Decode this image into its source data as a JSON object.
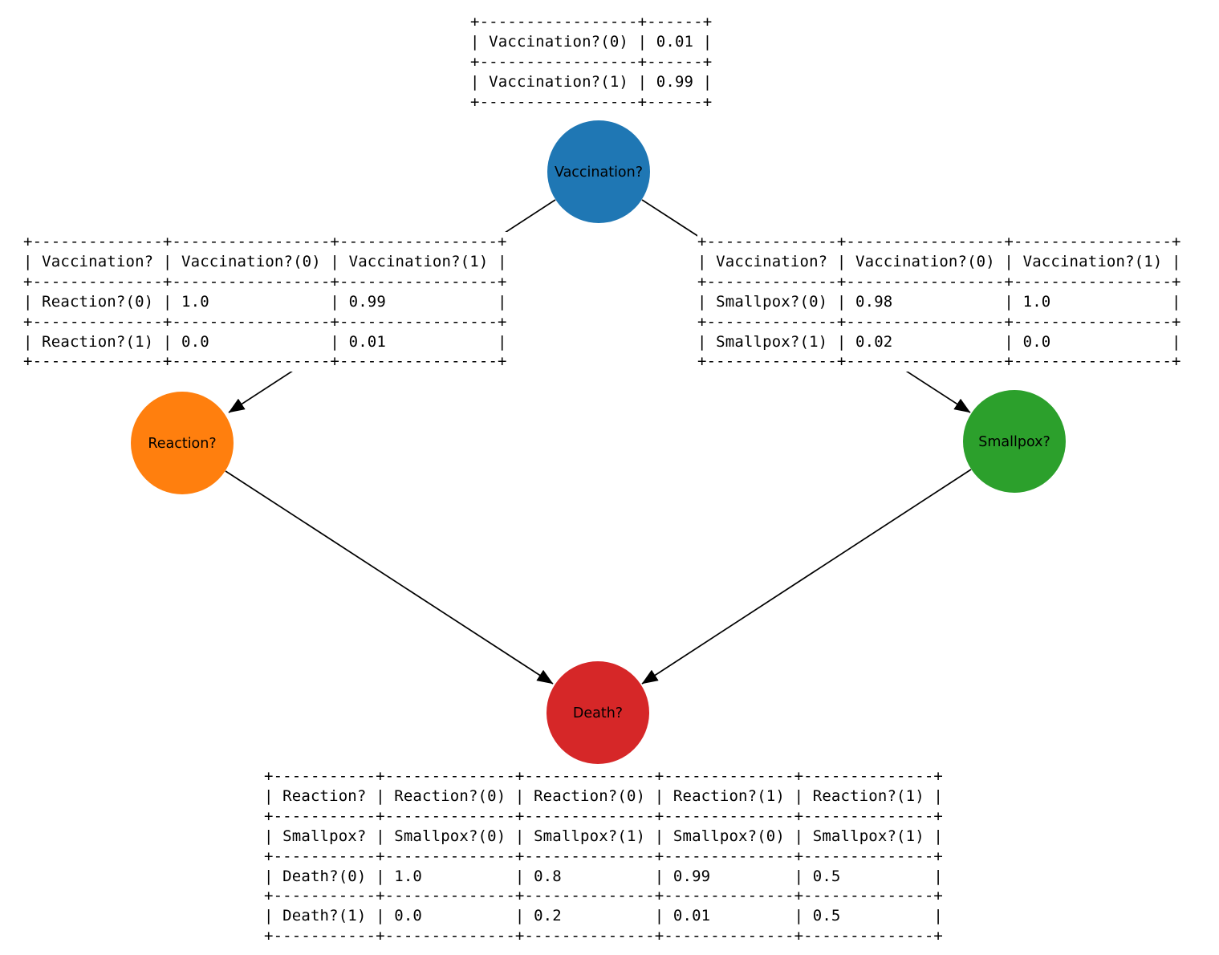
{
  "colors": {
    "page_background": "#ffffff",
    "edge": "#000000",
    "node_label": "#000000",
    "table_text": "#000000",
    "table_background": "#ffffff"
  },
  "nodes": {
    "vaccination": {
      "label": "Vaccination?",
      "color": "#1f77b4"
    },
    "reaction": {
      "label": "Reaction?",
      "color": "#ff7f0e"
    },
    "smallpox": {
      "label": "Smallpox?",
      "color": "#2ca02c"
    },
    "death": {
      "label": "Death?",
      "color": "#d62728"
    }
  },
  "edges": [
    {
      "from": "Vaccination?",
      "to": "Reaction?"
    },
    {
      "from": "Vaccination?",
      "to": "Smallpox?"
    },
    {
      "from": "Reaction?",
      "to": "Death?"
    },
    {
      "from": "Smallpox?",
      "to": "Death?"
    }
  ],
  "cpd_tables": {
    "vaccination": {
      "rows": [
        [
          "Vaccination?(0)",
          "0.01"
        ],
        [
          "Vaccination?(1)",
          "0.99"
        ]
      ],
      "lines": [
        "+-----------------+------+",
        "| Vaccination?(0) | 0.01 |",
        "+-----------------+------+",
        "| Vaccination?(1) | 0.99 |",
        "+-----------------+------+"
      ]
    },
    "reaction": {
      "header": [
        "Vaccination?",
        "Vaccination?(0)",
        "Vaccination?(1)"
      ],
      "rows": [
        [
          "Reaction?(0)",
          "1.0",
          "0.99"
        ],
        [
          "Reaction?(1)",
          "0.0",
          "0.01"
        ]
      ],
      "lines": [
        "+--------------+-----------------+-----------------+",
        "| Vaccination? | Vaccination?(0) | Vaccination?(1) |",
        "+--------------+-----------------+-----------------+",
        "| Reaction?(0) | 1.0             | 0.99            |",
        "+--------------+-----------------+-----------------+",
        "| Reaction?(1) | 0.0             | 0.01            |",
        "+--------------+-----------------+-----------------+"
      ]
    },
    "smallpox": {
      "header": [
        "Vaccination?",
        "Vaccination?(0)",
        "Vaccination?(1)"
      ],
      "rows": [
        [
          "Smallpox?(0)",
          "0.98",
          "1.0"
        ],
        [
          "Smallpox?(1)",
          "0.02",
          "0.0"
        ]
      ],
      "lines": [
        "+--------------+-----------------+-----------------+",
        "| Vaccination? | Vaccination?(0) | Vaccination?(1) |",
        "+--------------+-----------------+-----------------+",
        "| Smallpox?(0) | 0.98            | 1.0             |",
        "+--------------+-----------------+-----------------+",
        "| Smallpox?(1) | 0.02            | 0.0             |",
        "+--------------+-----------------+-----------------+"
      ]
    },
    "death": {
      "header_rows": [
        [
          "Reaction?",
          "Reaction?(0)",
          "Reaction?(0)",
          "Reaction?(1)",
          "Reaction?(1)"
        ],
        [
          "Smallpox?",
          "Smallpox?(0)",
          "Smallpox?(1)",
          "Smallpox?(0)",
          "Smallpox?(1)"
        ]
      ],
      "rows": [
        [
          "Death?(0)",
          "1.0",
          "0.8",
          "0.99",
          "0.5"
        ],
        [
          "Death?(1)",
          "0.0",
          "0.2",
          "0.01",
          "0.5"
        ]
      ],
      "lines": [
        "+-----------+--------------+--------------+--------------+--------------+",
        "| Reaction? | Reaction?(0) | Reaction?(0) | Reaction?(1) | Reaction?(1) |",
        "+-----------+--------------+--------------+--------------+--------------+",
        "| Smallpox? | Smallpox?(0) | Smallpox?(1) | Smallpox?(0) | Smallpox?(1) |",
        "+-----------+--------------+--------------+--------------+--------------+",
        "| Death?(0) | 1.0          | 0.8          | 0.99         | 0.5          |",
        "+-----------+--------------+--------------+--------------+--------------+",
        "| Death?(1) | 0.0          | 0.2          | 0.01         | 0.5          |",
        "+-----------+--------------+--------------+--------------+--------------+"
      ]
    }
  }
}
